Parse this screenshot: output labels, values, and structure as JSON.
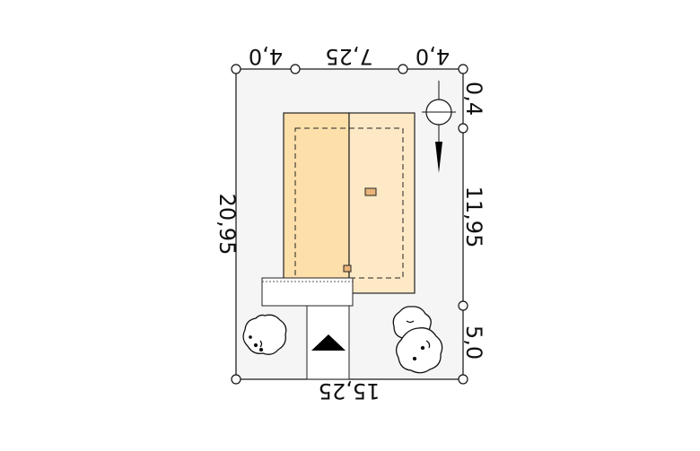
{
  "plot": {
    "dimensions": {
      "top": [
        "4,0",
        "7,25",
        "4,0"
      ],
      "bottom": "15,25",
      "left": "20,95",
      "right": [
        "0,4",
        "11,95",
        "5,0"
      ]
    }
  },
  "colors": {
    "plot_fill": "#f5f5f5",
    "roof_left": "#fddfaa",
    "roof_right": "#fde9c5",
    "roof_outline": "#222222",
    "chimney": "#e8b47a",
    "line": "#111111"
  },
  "icons": {
    "north_arrow": "north-arrow-icon",
    "entrance": "entrance-triangle-icon",
    "trees": [
      "tree-icon",
      "tree-icon",
      "tree-icon"
    ]
  }
}
